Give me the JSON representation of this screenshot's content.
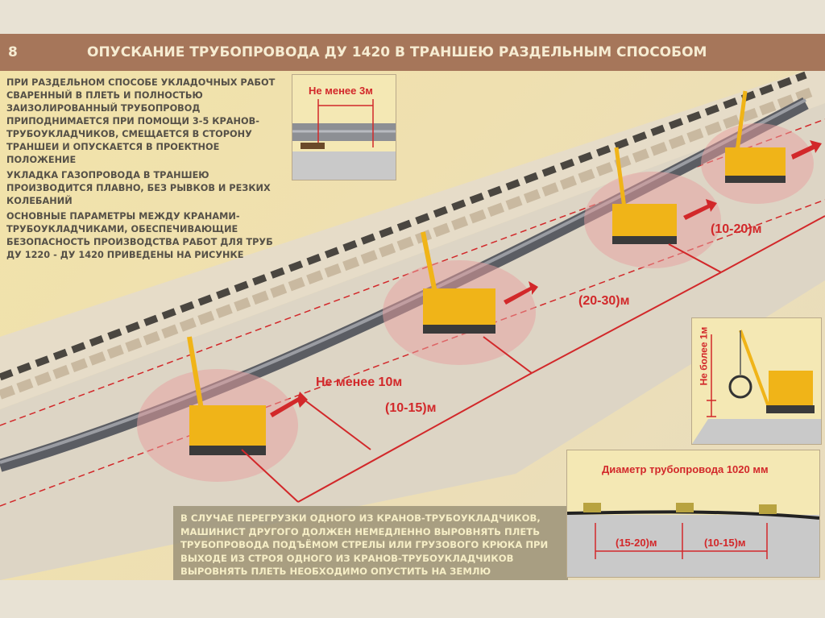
{
  "header": {
    "slide_number": "8",
    "title": "ОПУСКАНИЕ ТРУБОПРОВОДА ДУ 1420 В ТРАНШЕЮ РАЗДЕЛЬНЫМ СПОСОБОМ"
  },
  "left_text": [
    "ПРИ РАЗДЕЛЬНОМ СПОСОБЕ УКЛАДОЧНЫХ РАБОТ СВАРЕННЫЙ В ПЛЕТЬ И ПОЛНОСТЬЮ ЗАИЗОЛИРОВАННЫЙ ТРУБОПРОВОД ПРИПОДНИМАЕТСЯ ПРИ ПОМОЩИ 3-5 КРАНОВ-ТРУБОУКЛАДЧИКОВ, СМЕЩАЕТСЯ В СТОРОНУ ТРАНШЕИ И ОПУСКАЕТСЯ В ПРОЕКТНОЕ ПОЛОЖЕНИЕ",
    "УКЛАДКА ГАЗОПРОВОДА В ТРАНШЕЮ ПРОИЗВОДИТСЯ ПЛАВНО, БЕЗ РЫВКОВ И РЕЗКИХ КОЛЕБАНИЙ",
    "ОСНОВНЫЕ ПАРАМЕТРЫ МЕЖДУ КРАНАМИ-ТРУБОУКЛАДЧИКАМИ, ОБЕСПЕЧИВАЮЩИЕ БЕЗОПАСНОСТЬ ПРОИЗВОДСТВА РАБОТ ДЛЯ ТРУБ ДУ 1220 - ДУ 1420 ПРИВЕДЕНЫ НА РИСУНКЕ"
  ],
  "bottom_text": [
    "В СЛУЧАЕ ПЕРЕГРУЗКИ ОДНОГО ИЗ КРАНОВ-ТРУБОУКЛАДЧИКОВ, МАШИНИСТ ДРУГОГО ДОЛЖЕН НЕМЕДЛЕННО ВЫРОВНЯТЬ ПЛЕТЬ ТРУБОПРОВОДА ПОДЪЁМОМ СТРЕЛЫ ИЛИ ГРУЗОВОГО КРЮКА ПРИ ВЫХОДЕ ИЗ СТРОЯ ОДНОГО ИЗ КРАНОВ-ТРУБОУКЛАДЧИКОВ ВЫРОВНЯТЬ ПЛЕТЬ НЕОБХОДИМО ОПУСТИТЬ НА ЗЕМЛЮ"
  ],
  "diagram": {
    "inset_top_label": "Не менее 3м",
    "min_10": "Не менее 10м",
    "dist_10_15": "(10-15)м",
    "dist_20_30": "(20-30)м",
    "dist_10_20": "(10-20)м",
    "inset_right_label": "Не более 1м",
    "inset_bottom_title": "Диаметр трубопровода 1020 мм",
    "inset_bottom_d1": "(15-20)м",
    "inset_bottom_d2": "(10-15)м"
  },
  "colors": {
    "accent_red": "#d2282a",
    "title_bar": "#a6765a",
    "crane_yellow": "#f0b418"
  }
}
